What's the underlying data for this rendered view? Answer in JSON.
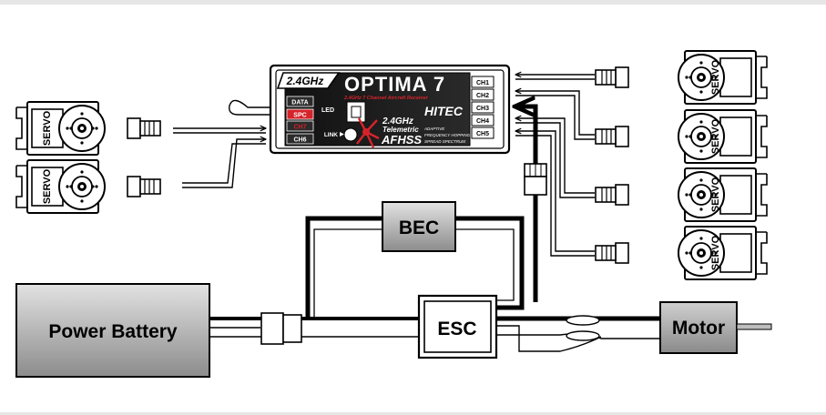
{
  "receiver": {
    "band": "2.4GHz",
    "title": "OPTIMA 7",
    "subtitle": "2.4GHz 7 Channel Aircraft Receiver",
    "brand": "HITEC",
    "led_label": "LED",
    "link_label": "LINK",
    "telemetry_top": "2.4GHz",
    "telemetry_mid": "Telemetric",
    "afhss": "AFHSS",
    "afhss_sub1": "ADAPTIVE",
    "afhss_sub2": "FREQUENCY HOPPING",
    "afhss_sub3": "SPREAD SPECTRUM",
    "left_ports": [
      "DATA",
      "SPC",
      "CH7",
      "CH6"
    ],
    "right_ports": [
      "CH1",
      "CH2",
      "CH3",
      "CH4",
      "CH5"
    ]
  },
  "servo_label": "SERVO",
  "components": {
    "bec": "BEC",
    "esc": "ESC",
    "battery": "Power Battery",
    "motor": "Motor"
  },
  "colors": {
    "box_fill_light": "#d8d8d8",
    "box_fill_dark": "#8f8f8f",
    "receiver_body": "#ffffff",
    "receiver_panel": "#1a1a1a",
    "port_red": "#d6232a",
    "wire": "#000000"
  }
}
